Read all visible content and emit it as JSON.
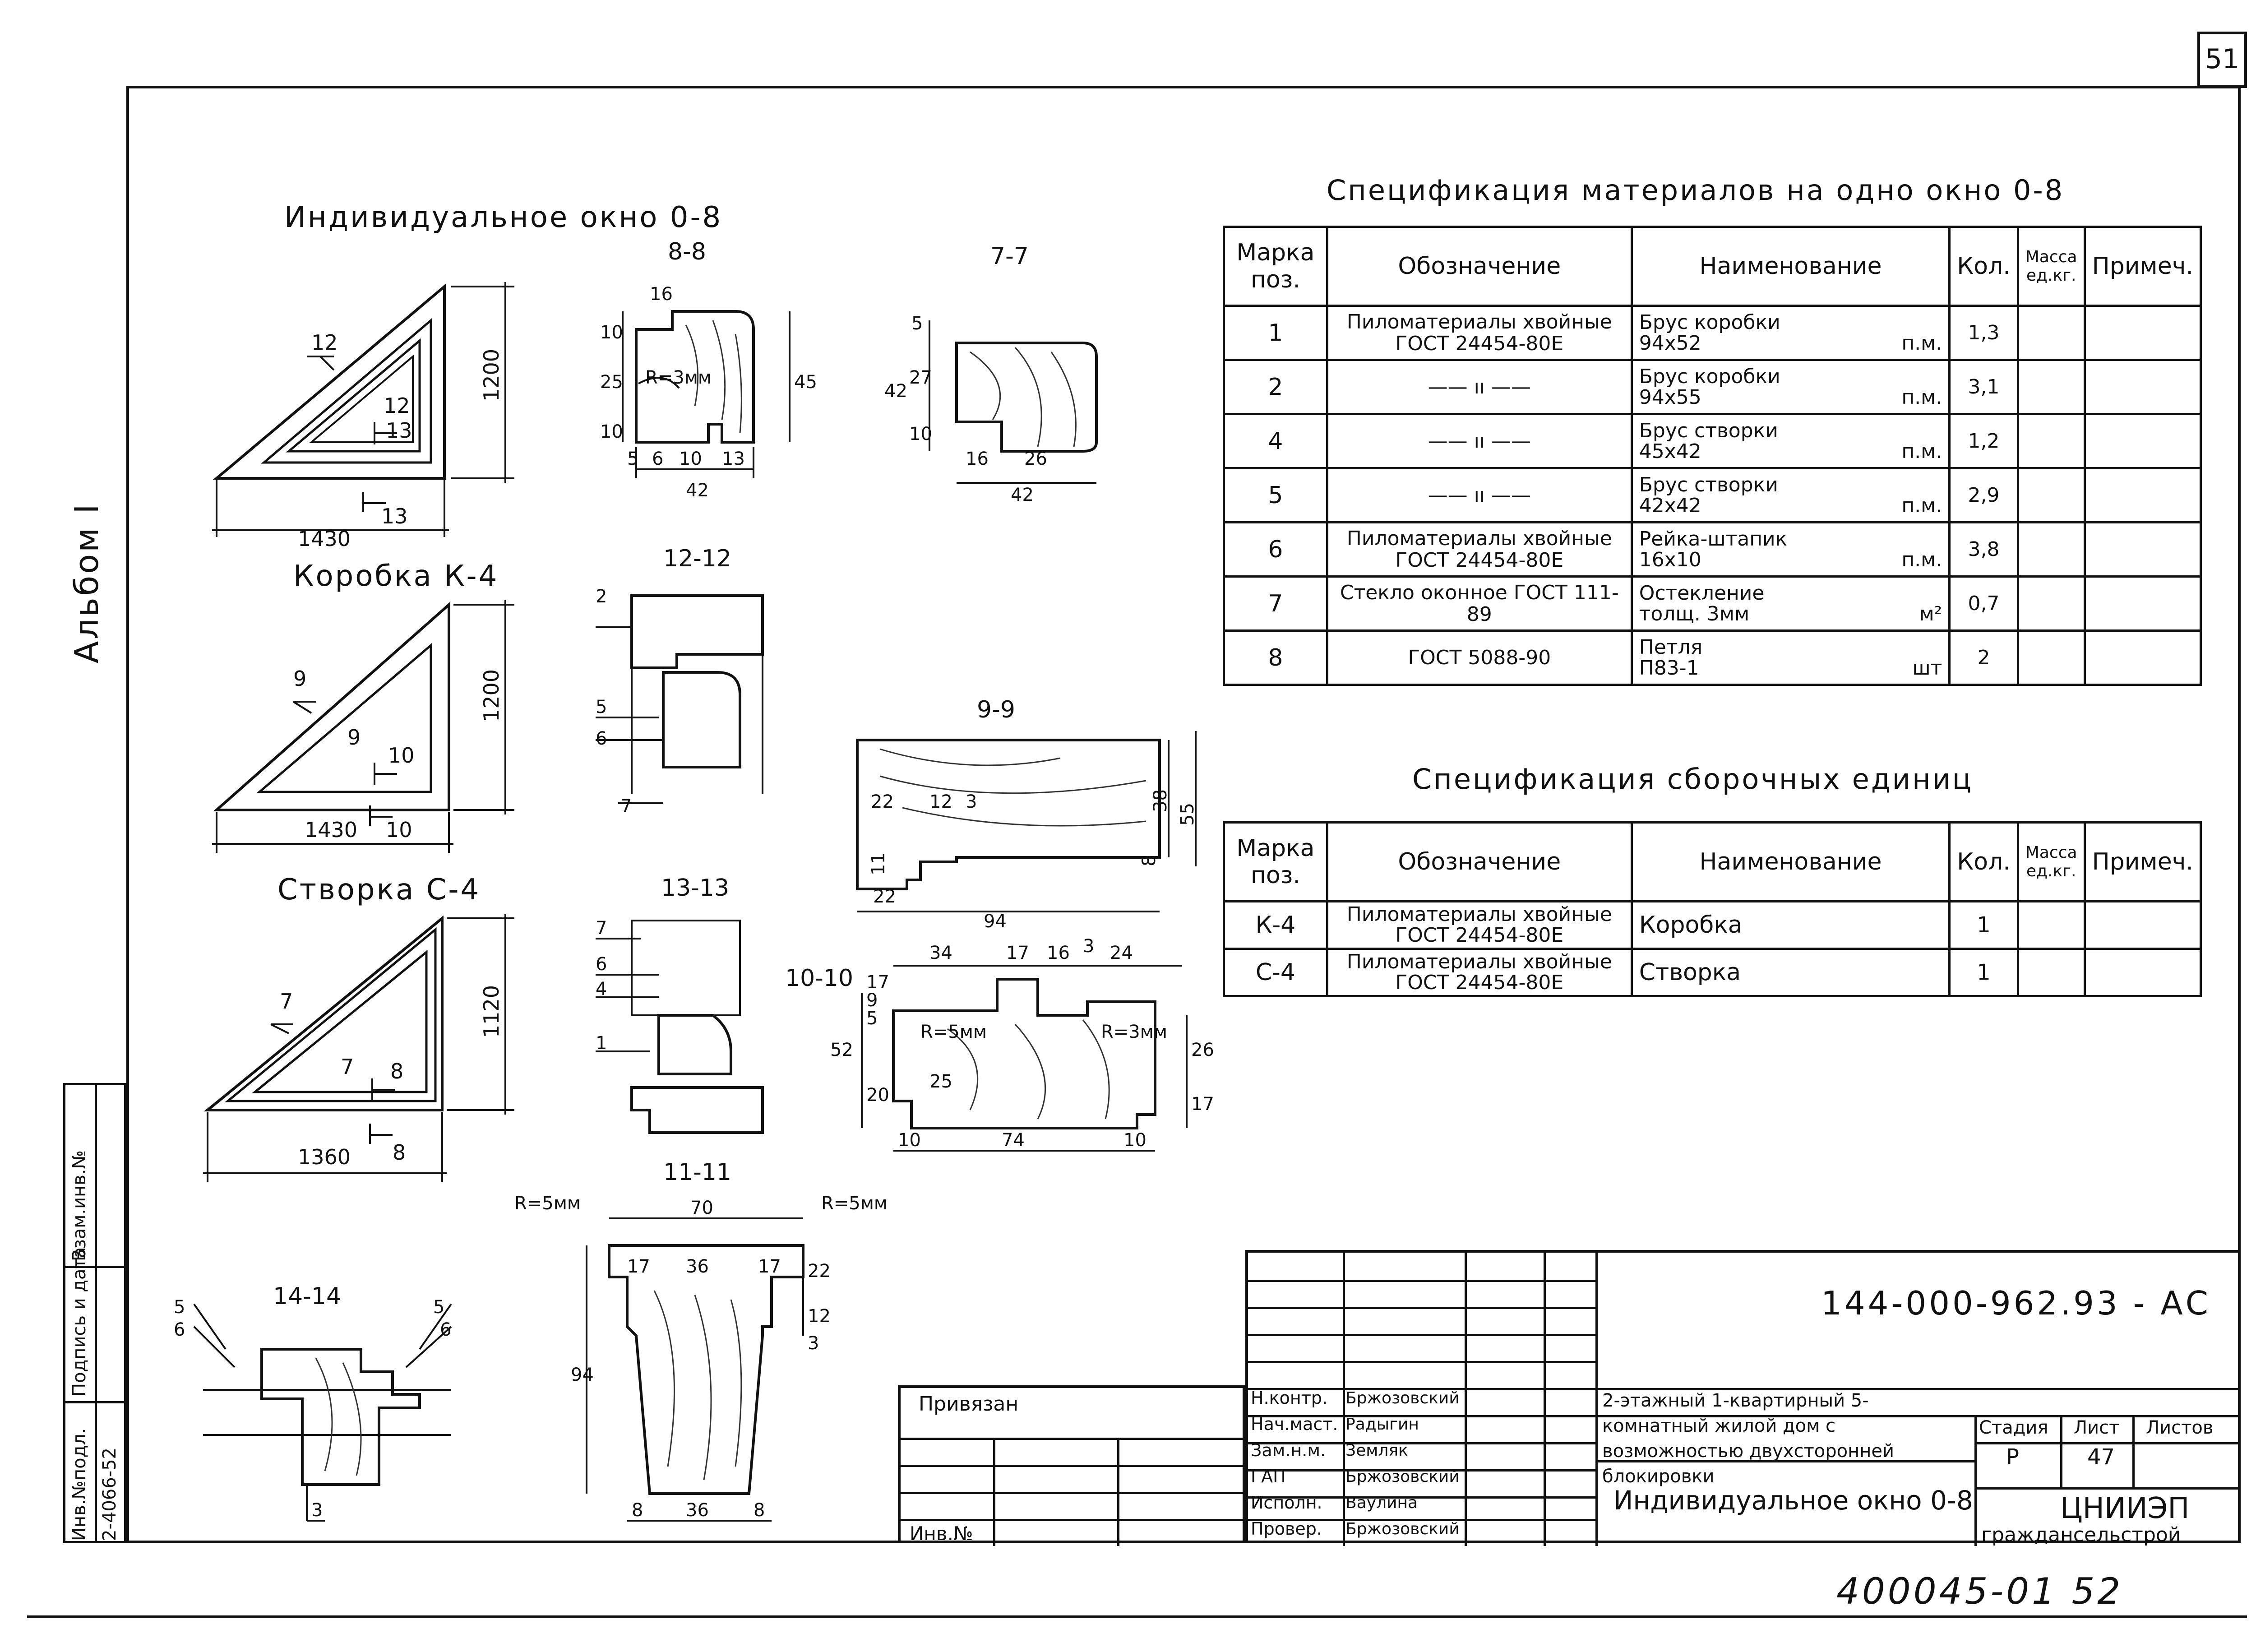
{
  "sheet_no": "51",
  "album": "Альбом I",
  "titles": {
    "individual": "Индивидуальное окно 0-8",
    "box": "Коробка К-4",
    "sash": "Створка С-4"
  },
  "dims": {
    "w1": "1430",
    "h1": "1200",
    "w2": "1430",
    "h2": "1200",
    "w3": "1360",
    "h3": "1120",
    "m12": "12",
    "m13": "13",
    "m9": "9",
    "m10": "10",
    "m7": "7",
    "m8": "8"
  },
  "sections": {
    "s88": "8-8",
    "s77": "7-7",
    "s1212": "12-12",
    "s99": "9-9",
    "s1313": "13-13",
    "s1010": "10-10",
    "s1111": "11-11",
    "s1414": "14-14"
  },
  "sec_dims": {
    "s88": [
      "16",
      "10",
      "25",
      "10",
      "45",
      "5",
      "6",
      "10",
      "13",
      "42",
      "R=3мм"
    ],
    "s77": [
      "5",
      "27",
      "42",
      "10",
      "16",
      "26",
      "42"
    ],
    "s1212": [
      "2",
      "5",
      "6",
      "7"
    ],
    "s99": [
      "22",
      "12",
      "3",
      "38",
      "55",
      "11",
      "8",
      "22",
      "94"
    ],
    "s1313": [
      "7",
      "6",
      "4",
      "1"
    ],
    "s1010": [
      "34",
      "17",
      "16",
      "3",
      "24",
      "5",
      "9",
      "17",
      "52",
      "20",
      "25",
      "R=5мм",
      "R=3мм",
      "26",
      "17",
      "10",
      "74",
      "10"
    ],
    "s1111": [
      "70",
      "R=5мм",
      "R=5мм",
      "17",
      "36",
      "17",
      "22",
      "12",
      "3",
      "94",
      "8",
      "36",
      "8"
    ],
    "s1414": [
      "5",
      "6",
      "5",
      "6",
      "3"
    ]
  },
  "spec1": {
    "title": "Спецификация материалов на одно окно 0-8",
    "headers": [
      "Марка поз.",
      "Обозначение",
      "Наименование",
      "Кол.",
      "Масса ед.кг.",
      "Примеч."
    ],
    "rows": [
      {
        "pos": "1",
        "designation": "Пиломатериалы хвойные ГОСТ 24454-80Е",
        "name": "Брус коробки",
        "size": "94х52",
        "unit": "п.м.",
        "qty": "1,3"
      },
      {
        "pos": "2",
        "designation": "—— ıı ——",
        "name": "Брус коробки",
        "size": "94х55",
        "unit": "п.м.",
        "qty": "3,1"
      },
      {
        "pos": "4",
        "designation": "—— ıı ——",
        "name": "Брус створки",
        "size": "45х42",
        "unit": "п.м.",
        "qty": "1,2"
      },
      {
        "pos": "5",
        "designation": "—— ıı ——",
        "name": "Брус створки",
        "size": "42х42",
        "unit": "п.м.",
        "qty": "2,9"
      },
      {
        "pos": "6",
        "designation": "Пиломатериалы хвойные ГОСТ 24454-80Е",
        "name": "Рейка-штапик",
        "size": "16х10",
        "unit": "п.м.",
        "qty": "3,8"
      },
      {
        "pos": "7",
        "designation": "Стекло оконное ГОСТ 111-89",
        "name": "Остекление",
        "size": "толщ. 3мм",
        "unit": "м²",
        "qty": "0,7"
      },
      {
        "pos": "8",
        "designation": "ГОСТ 5088-90",
        "name": "Петля",
        "size": "П83-1",
        "unit": "шт",
        "qty": "2"
      }
    ]
  },
  "spec2": {
    "title": "Спецификация сборочных единиц",
    "headers": [
      "Марка поз.",
      "Обозначение",
      "Наименование",
      "Кол.",
      "Масса ед.кг.",
      "Примеч."
    ],
    "rows": [
      {
        "pos": "К-4",
        "designation": "Пиломатериалы хвойные ГОСТ 24454-80Е",
        "name": "Коробка",
        "qty": "1"
      },
      {
        "pos": "С-4",
        "designation": "Пиломатериалы хвойные ГОСТ 24454-80Е",
        "name": "Створка",
        "qty": "1"
      }
    ]
  },
  "side_stamp": {
    "inv": "Инв.№подл.",
    "sign": "Подпись и дата",
    "replace": "Взам.инв.№",
    "inv_value": "2-4066-52"
  },
  "stamp": {
    "code": "144-000-962.93 - АС",
    "bound": "Привязан",
    "inv_no": "Инв.№",
    "roles": [
      {
        "role": "Н.контр.",
        "name": "Бржозовский"
      },
      {
        "role": "Нач.маст.",
        "name": "Радыгин"
      },
      {
        "role": "Зам.н.м.",
        "name": "Земляк"
      },
      {
        "role": "ГАП",
        "name": "Бржозовский"
      },
      {
        "role": "Исполн.",
        "name": "Ваулина"
      },
      {
        "role": "Провер.",
        "name": "Бржозовский"
      }
    ],
    "project": "2-этажный 1-квартирный 5-комнатный жилой дом с возможностью двухсторонней блокировки",
    "sheet_title": "Индивидуальное окно 0-8",
    "stage_label": "Стадия",
    "sheet_label": "Лист",
    "sheets_label": "Листов",
    "stage": "Р",
    "sheet": "47",
    "org1": "ЦНИИЭП",
    "org2": "граждансельстрой"
  },
  "footer_code": "400045-01 52"
}
